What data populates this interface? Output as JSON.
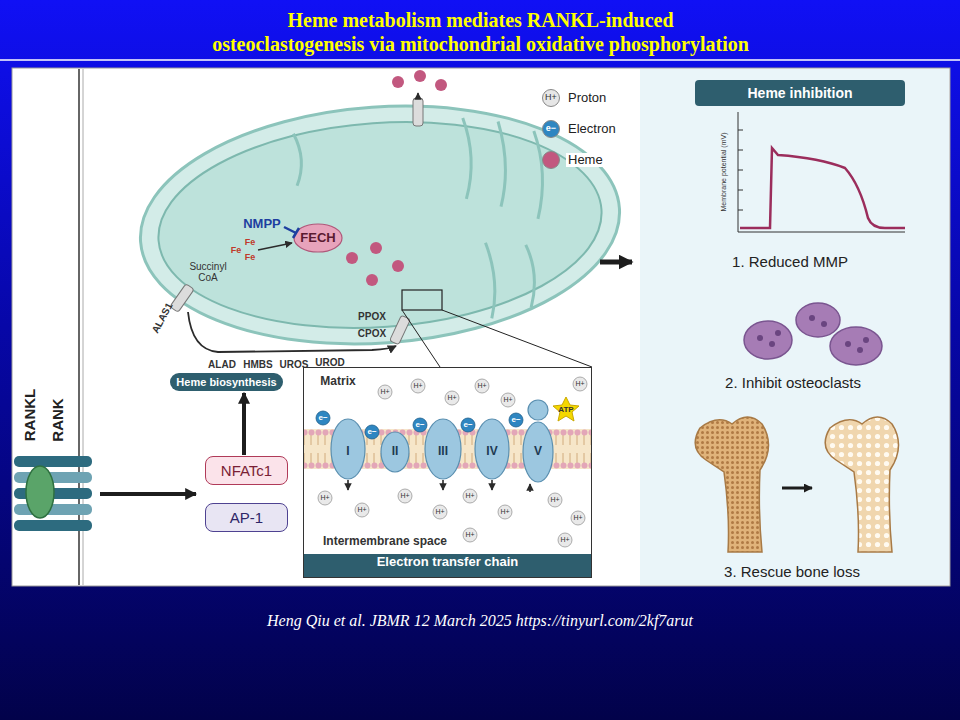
{
  "diagram": {
    "title": "Heme metabolism mediates RANKL-induced osteoclastogenesis via mitochondrial oxidative phosphorylation",
    "caption": "Heng Qiu et al. JBMR 12 March 2025 https://tinyurl.com/2kf7arut",
    "nodes": [
      {
        "text": [
          "NFATc1"
        ]
      },
      {
        "text": [
          "AP-1"
        ]
      },
      {
        "text": [
          "Heme biosynthesis"
        ]
      },
      {
        "text": [
          "Electron transfer chain"
        ]
      },
      {
        "text": [
          "Heme inhibition"
        ]
      }
    ],
    "edges": [
      {
        "from": 0,
        "to": 2,
        "arrow": "to"
      }
    ],
    "labels": [
      "RANKL",
      "RANK",
      "Succinyl CoA",
      "ALAS1",
      "ALAD",
      "HMBS",
      "UROS",
      "UROD",
      "CPOX",
      "PPOX",
      "FECH",
      "NMPP",
      "Fe",
      "Fe",
      "Fe",
      "H+",
      "e−",
      "Matrix",
      "I",
      "II",
      "III",
      "IV",
      "V",
      "ATP",
      "H+",
      "H+",
      "H+",
      "H+",
      "H+",
      "H+",
      "e−",
      "e−",
      "e−",
      "e−",
      "e−",
      "H+",
      "H+",
      "H+",
      "H+",
      "H+",
      "H+",
      "H+",
      "H+",
      "H+",
      "H+",
      "Intermembrane space",
      "Membrane potential (mV)",
      "1. Reduced MMP",
      "2. Inhibit osteoclasts",
      "3. Rescue bone loss"
    ],
    "legend": [
      {
        "text": "Proton",
        "color": "#e6e6e6"
      },
      {
        "text": "Electron",
        "color": "#2e86c1"
      },
      {
        "text": "Heme",
        "color": "#c2587f"
      }
    ]
  }
}
